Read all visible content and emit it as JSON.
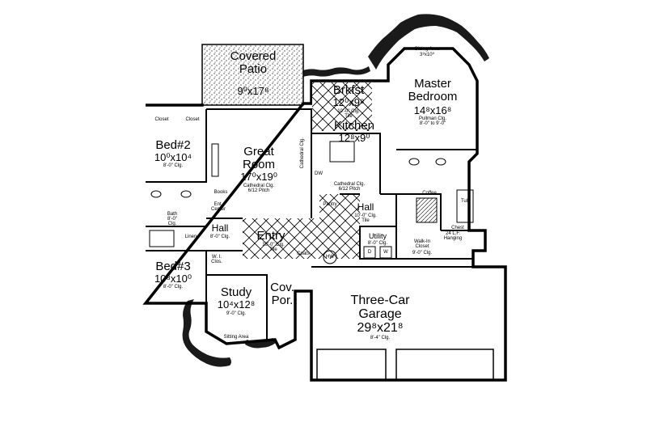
{
  "rooms": {
    "patio": {
      "name": "Covered\nPatio",
      "dims": "9⁰x17⁸"
    },
    "brkfst": {
      "name": "Brkfst",
      "dims": "12⁰x9⁸",
      "note": "10'-0\" Clg.\nTile"
    },
    "kitchen": {
      "name": "Kitchen",
      "dims": "12⁸x9⁰",
      "note": "Cathedral Clg.\n6/12 Pitch"
    },
    "master": {
      "name": "Master\nBedroom",
      "dims": "14⁸x16⁸",
      "note": "Pullman Clg.\n8'-0\" to 9'-0\""
    },
    "sitting_top": {
      "name": "Sitting Area",
      "dims": "3⁸x10⁰"
    },
    "great": {
      "name": "Great\nRoom",
      "dims": "17⁰x19⁰",
      "note": "Cathedral Clg.\n6/12 Pitch"
    },
    "bed2": {
      "name": "Bed#2",
      "dims": "10⁰x10⁴",
      "note": "8'-0\" Clg."
    },
    "bed3": {
      "name": "Bed#3",
      "dims": "10⁸x10⁰",
      "note": "8'-0\" Clg."
    },
    "hall_left": {
      "name": "Hall",
      "note": "8'-0\" Clg."
    },
    "hall_right": {
      "name": "Hall",
      "note": "10'-0\" Clg.\nTile"
    },
    "entry": {
      "name": "Entry",
      "note": "10'-0\" Clg.\nTile"
    },
    "study": {
      "name": "Study",
      "dims": "10⁴x12⁸",
      "note": "9'-0\" Clg."
    },
    "cov_por": {
      "name": "Cov.\nPor."
    },
    "garage": {
      "name": "Three-Car\nGarage",
      "dims": "29⁸x21⁸",
      "note": "8'-4\" Clg."
    },
    "utility": {
      "name": "Utility",
      "note": "8'-0\" Clg."
    },
    "closet": {
      "name": "Walk-In\nCloset",
      "note": "9'-0\" Clg."
    },
    "hanging": {
      "name": "24 L.F.\nHanging"
    },
    "sitting_bottom": {
      "name": "Sitting Area"
    }
  },
  "small_labels": {
    "closet_a": "Closet",
    "closet_b": "Closet",
    "bath": "Bath",
    "linen": "Linen",
    "wi_clos": "W. I.\nClos.",
    "coats": "Coats",
    "pantry": "Pantry",
    "books": "Books",
    "ent_center": "Ent.\nCenter",
    "dw": "DW",
    "cathedral_clg": "Cathedral Clg.",
    "tub": "Tub",
    "chest": "Chest",
    "coffee": "Coffee",
    "hw": "HW",
    "w": "W",
    "d": "D",
    "bath_note": "8'-0\"\nClg."
  },
  "colors": {
    "ink": "#000000",
    "paper": "#ffffff",
    "foliage": "#1a1a1a"
  }
}
